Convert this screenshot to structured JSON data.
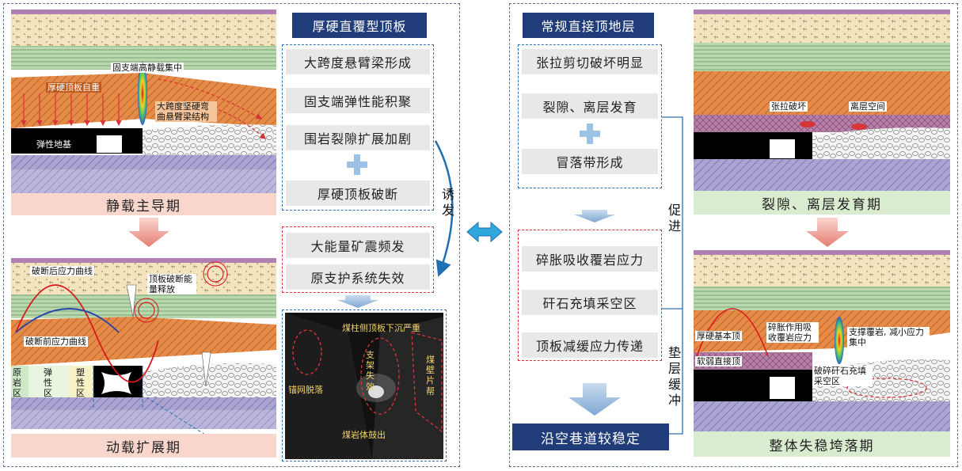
{
  "left_panel": {
    "title": "厚硬直覆型顶板",
    "static_items": [
      "大跨度悬臂梁形成",
      "固支端弹性能积聚",
      "围岩裂隙扩展加剧",
      "厚硬顶板破断"
    ],
    "induce_label": "诱发",
    "dynamic_items": [
      "大能量矿震频发",
      "原支护系统失效"
    ],
    "static_caption": "静载主导期",
    "dynamic_caption": "动载扩展期",
    "static_labels": {
      "fixed_end": "固支端高静载集中",
      "roof_weight": "厚硬顶板自重",
      "cantilever": "大跨度坚硬弯曲悬臂梁结构",
      "elastic_base": "弹性地基"
    },
    "dynamic_labels": {
      "after_curve": "破断后应力曲线",
      "before_curve": "破断前应力曲线",
      "fracture_release": "顶板破断能量释放",
      "zone_original": "原岩区",
      "zone_elastic": "弹性区",
      "zone_plastic": "塑性区"
    },
    "photo_labels": {
      "sink": "煤柱侧顶板下沉严重",
      "mesh": "锚网脱落",
      "support": "支架失效",
      "rib": "煤壁片帮",
      "heave": "煤岩体鼓出"
    }
  },
  "right_panel": {
    "title": "常规直接顶地层",
    "upper_items": [
      "张拉剪切破坏明显",
      "裂隙、离层发育",
      "冒落带形成"
    ],
    "lower_items": [
      "碎胀吸收覆岩应力",
      "矸石充填采空区",
      "顶板减缓应力传递"
    ],
    "promote_label": "促进",
    "cushion_label": "垫层缓冲",
    "result": "沿空巷道较稳定",
    "crack_caption": "裂隙、离层发育期",
    "collapse_caption": "整体失稳垮落期",
    "crack_labels": {
      "tension": "张拉破坏",
      "separation": "离层空间"
    },
    "collapse_labels": {
      "hard_main": "厚硬基本顶",
      "soft_direct": "软弱直接顶",
      "bulk_absorb": "碎胀作用吸收覆岩应力",
      "support_reduce": "支撑覆岩, 减小应力集中",
      "gangue_fill": "破碎矸石充填采空区"
    }
  },
  "colors": {
    "navy": "#203d7a",
    "dash_blue": "#2f6fb5",
    "dash_red": "#d9343a",
    "caption_pink": "#f8d6cc",
    "caption_green": "#d9ecd0",
    "sand": "#f3e4bf",
    "green_layer": "#b9d8b0",
    "orange_roof": "#e58a47",
    "purple_floor": "#a9a4d0",
    "mauve_layer": "#b77fa8",
    "cyan_arrow": "#1f9ad8"
  }
}
